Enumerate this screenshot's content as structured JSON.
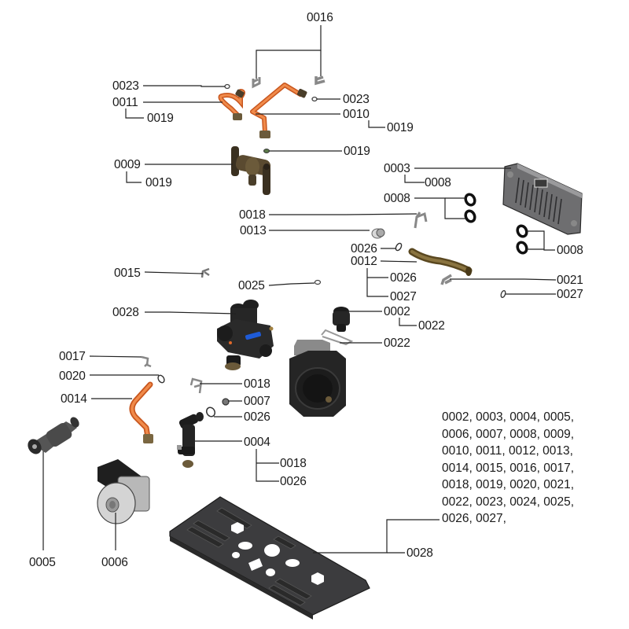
{
  "diagram": {
    "type": "exploded-parts-diagram",
    "parts": [
      {
        "id": "0002",
        "name": "pressure-relief-valve"
      },
      {
        "id": "0003",
        "name": "plate-heat-exchanger"
      },
      {
        "id": "0004",
        "name": "elbow-connector"
      },
      {
        "id": "0005",
        "name": "flow-sensor"
      },
      {
        "id": "0006",
        "name": "circulation-pump"
      },
      {
        "id": "0007",
        "name": "small-nut"
      },
      {
        "id": "0008",
        "name": "o-ring-seal"
      },
      {
        "id": "0009",
        "name": "brass-valve-assembly"
      },
      {
        "id": "0010",
        "name": "copper-pipe-long"
      },
      {
        "id": "0011",
        "name": "copper-pipe-loop"
      },
      {
        "id": "0012",
        "name": "brass-pipe"
      },
      {
        "id": "0013",
        "name": "filter-cartridge"
      },
      {
        "id": "0014",
        "name": "copper-pipe-bent"
      },
      {
        "id": "0015",
        "name": "retaining-clip"
      },
      {
        "id": "0016",
        "name": "pipe-clip"
      },
      {
        "id": "0017",
        "name": "clip"
      },
      {
        "id": "0018",
        "name": "spring-clip"
      },
      {
        "id": "0019",
        "name": "washer"
      },
      {
        "id": "0020",
        "name": "o-ring"
      },
      {
        "id": "0021",
        "name": "clip"
      },
      {
        "id": "0022",
        "name": "wire-clip"
      },
      {
        "id": "0023",
        "name": "o-ring-small"
      },
      {
        "id": "0025",
        "name": "o-ring-tiny"
      },
      {
        "id": "0026",
        "name": "o-ring"
      },
      {
        "id": "0027",
        "name": "o-ring"
      },
      {
        "id": "0028",
        "name": "hydraulic-manifold-and-base-plate"
      }
    ],
    "labels": [
      {
        "key": "l0016",
        "text": "0016"
      },
      {
        "key": "l0023a",
        "text": "0023"
      },
      {
        "key": "l0011",
        "text": "0011"
      },
      {
        "key": "l0019a",
        "text": "0019"
      },
      {
        "key": "l0023b",
        "text": "0023"
      },
      {
        "key": "l0010",
        "text": "0010"
      },
      {
        "key": "l0019b",
        "text": "0019"
      },
      {
        "key": "l0019c",
        "text": "0019"
      },
      {
        "key": "l0009",
        "text": "0009"
      },
      {
        "key": "l0019d",
        "text": "0019"
      },
      {
        "key": "l0003",
        "text": "0003"
      },
      {
        "key": "l0008a",
        "text": "0008"
      },
      {
        "key": "l0008b",
        "text": "0008"
      },
      {
        "key": "l0008c",
        "text": "0008"
      },
      {
        "key": "l0018a",
        "text": "0018"
      },
      {
        "key": "l0013",
        "text": "0013"
      },
      {
        "key": "l0026a",
        "text": "0026"
      },
      {
        "key": "l0012",
        "text": "0012"
      },
      {
        "key": "l0026b",
        "text": "0026"
      },
      {
        "key": "l0027a",
        "text": "0027"
      },
      {
        "key": "l0021",
        "text": "0021"
      },
      {
        "key": "l0027b",
        "text": "0027"
      },
      {
        "key": "l0015",
        "text": "0015"
      },
      {
        "key": "l0025",
        "text": "0025"
      },
      {
        "key": "l0028a",
        "text": "0028"
      },
      {
        "key": "l0002",
        "text": "0002"
      },
      {
        "key": "l0022a",
        "text": "0022"
      },
      {
        "key": "l0022b",
        "text": "0022"
      },
      {
        "key": "l0017",
        "text": "0017"
      },
      {
        "key": "l0020",
        "text": "0020"
      },
      {
        "key": "l0014",
        "text": "0014"
      },
      {
        "key": "l0018b",
        "text": "0018"
      },
      {
        "key": "l0007",
        "text": "0007"
      },
      {
        "key": "l0026c",
        "text": "0026"
      },
      {
        "key": "l0004",
        "text": "0004"
      },
      {
        "key": "l0018c",
        "text": "0018"
      },
      {
        "key": "l0026d",
        "text": "0026"
      },
      {
        "key": "l0005",
        "text": "0005"
      },
      {
        "key": "l0006",
        "text": "0006"
      },
      {
        "key": "l0028b",
        "text": "0028"
      }
    ],
    "summary_lines": [
      "0002, 0003, 0004, 0005,",
      "0006, 0007, 0008, 0009,",
      "0010, 0011, 0012, 0013,",
      "0014, 0015, 0016, 0017,",
      "0018, 0019, 0020, 0021,",
      "0022, 0023, 0024, 0025,",
      "0026, 0027,"
    ],
    "colors": {
      "copper": "#e0692a",
      "brass": "#6b5a3a",
      "dark_part": "#2a2a2a",
      "grey_part": "#6e6e70",
      "blue_accent": "#1e5bd8"
    }
  }
}
